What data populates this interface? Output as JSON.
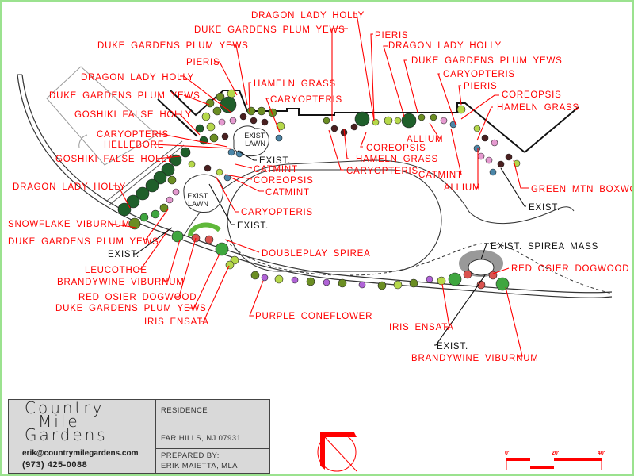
{
  "plan": {
    "labels": [
      "DRAGON LADY HOLLY",
      "DUKE GARDENS  PLUM YEWS",
      "DUKE GARDENS  PLUM YEWS",
      "PIERIS",
      "DRAGON LADY HOLLY",
      "DUKE GARDENS  PLUM YEWS",
      "HAMELN GRASS",
      "CARYOPTERIS",
      "GOSHIKI FALSE HOLLY",
      "CARYOPTERIS",
      "HELLEBORE",
      "GOSHIKI FALSE HOLLY",
      "DRAGON LADY HOLLY",
      "SNOWFLAKE VIBURNUM",
      "DUKE GARDENS  PLUM YEWS",
      "CATMINT",
      "COREOPSIS",
      "CATMINT",
      "CARYOPTERIS",
      "DOUBLEPLAY SPIREA",
      "LEUCOTHOE",
      "BRANDYWINE VIBURNUM",
      "RED OSIER DOGWOOD",
      "DUKE GARDENS  PLUM YEWS",
      "IRIS ENSATA",
      "PURPLE CONEFLOWER",
      "IRIS ENSATA",
      "BRANDYWINE VIBURNUM",
      "RED OSIER DOGWOOD",
      "GREEN MTN BOXWOOD",
      "ALLIUM",
      "CATMINT",
      "ALLIUM",
      "COREOPSIS",
      "HAMELN GRASS",
      "CARYOPTERIS",
      "PIERIS",
      "DRAGON LADY HOLLY",
      "DUKE GARDENS  PLUM YEWS",
      "CARYOPTERIS",
      "PIERIS",
      "COREOPSIS",
      "HAMELN GRASS"
    ],
    "existing_labels": {
      "exist": "EXIST.",
      "spirea_mass": "EXIST. SPIREA MASS",
      "lawn_line1": "EXIST.",
      "lawn_line2": "LAWN"
    }
  },
  "title_block": {
    "company_line1": "Country",
    "company_line2": "Mile",
    "company_line3": "Gardens",
    "email": "erik@countrymilegardens.com",
    "phone": "(973) 425-0088",
    "project": "RESIDENCE",
    "location": "FAR HILLS, NJ 07931",
    "prepared_by_label": "PREPARED BY:",
    "prepared_by": "ERIK MAIETTA, MLA"
  },
  "scale_bar": {
    "ticks": [
      "0'",
      "20'",
      "40'"
    ]
  },
  "colors": {
    "label": "#ff0000",
    "border": "#9be28f",
    "title_block_bg": "#d9d9d9"
  }
}
